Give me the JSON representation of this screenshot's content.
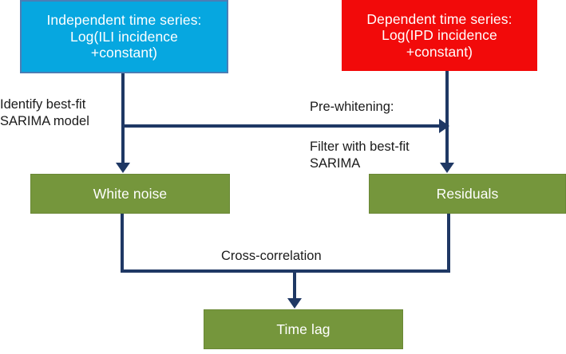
{
  "diagram": {
    "title": "Pre-whitening cross-correlation workflow",
    "colors": {
      "independent_box": "#06A7E0",
      "independent_box_border": "#4A7EB5",
      "dependent_box": "#F20A0A",
      "process_box": "#75963C",
      "connector": "#1F3864",
      "label_text": "#1B1B1B",
      "box_text": "#FFFFFF",
      "background": "#FFFFFF"
    },
    "nodes": {
      "independent": {
        "label": "Independent time series:\nLog(ILI incidence\n+constant)"
      },
      "dependent": {
        "label": "Dependent time series:\nLog(IPD incidence\n+constant)"
      },
      "white_noise": {
        "label": "White noise"
      },
      "residuals": {
        "label": "Residuals"
      },
      "time_lag": {
        "label": "Time lag"
      }
    },
    "edge_labels": {
      "identify_model": "Identify best-fit\nSARIMA model",
      "prewhitening": "Pre-whitening:",
      "filter_sarima": "Filter with best-fit\nSARIMA",
      "cross_correlation": "Cross-correlation"
    }
  }
}
